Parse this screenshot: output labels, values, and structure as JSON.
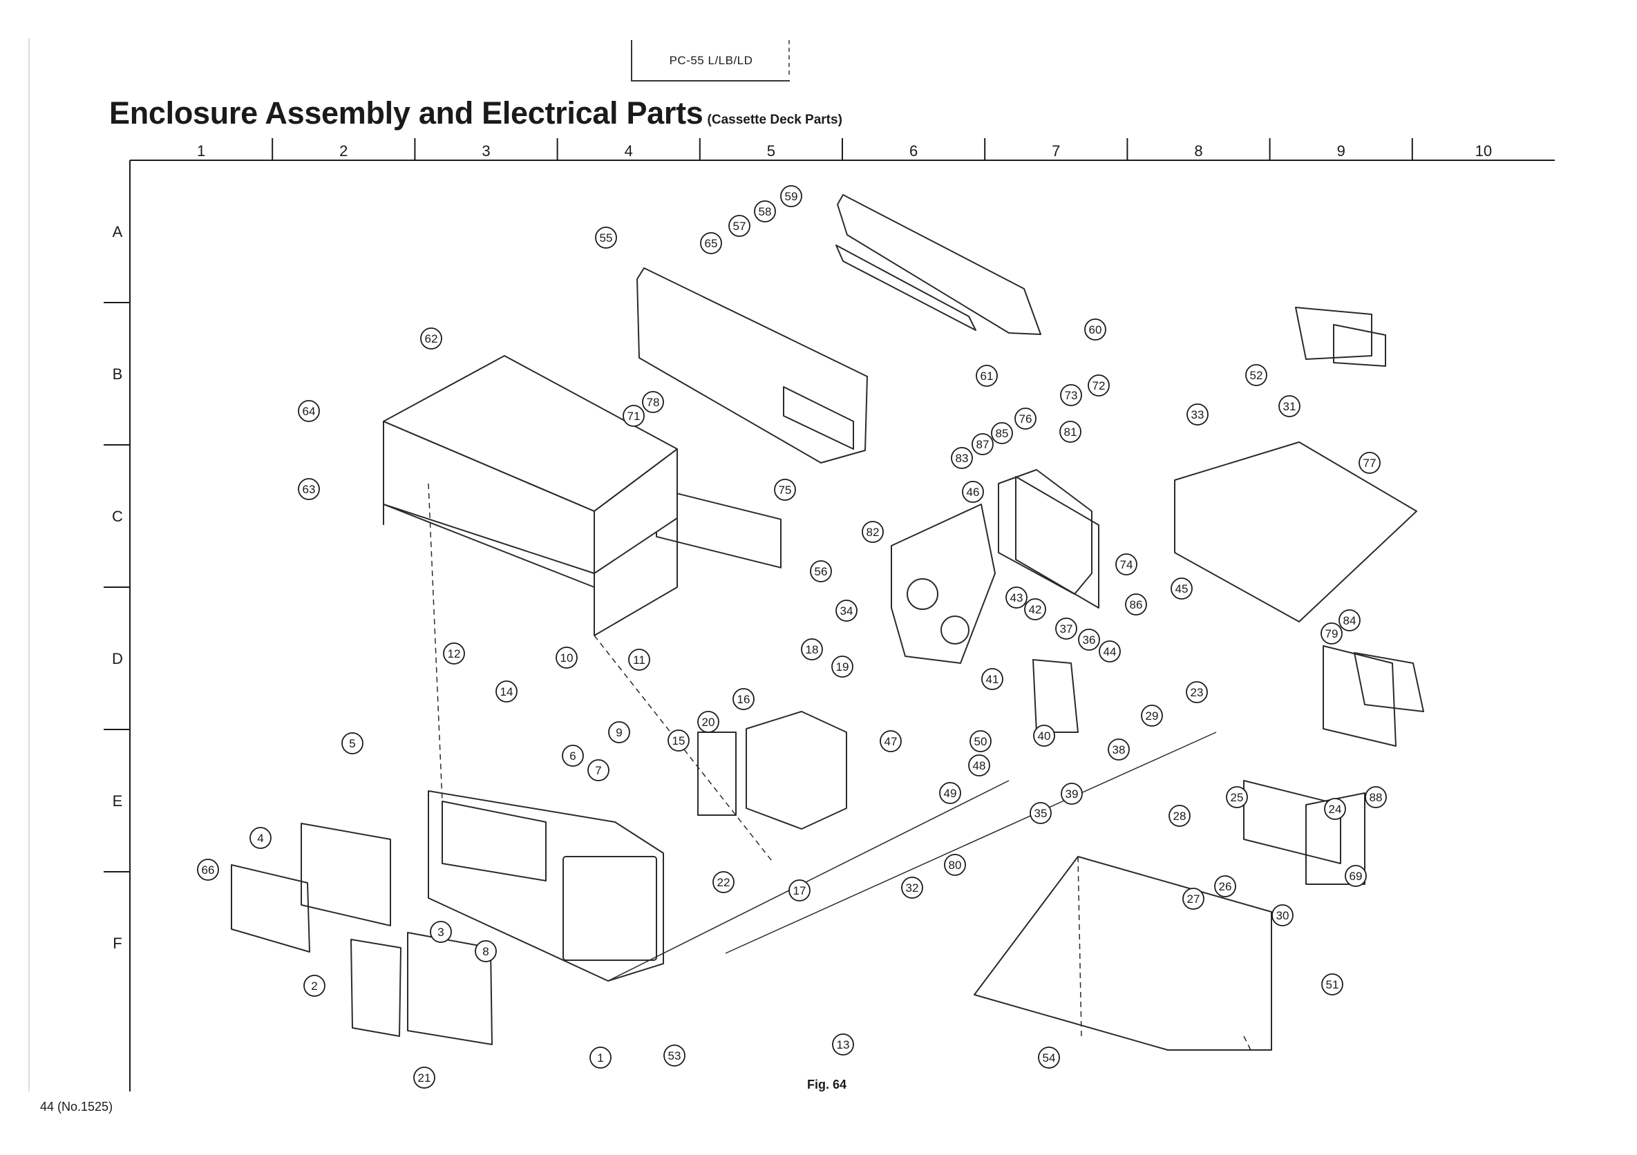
{
  "header": {
    "model": "PC-55 L/LB/LD",
    "title": "Enclosure Assembly and Electrical Parts",
    "subtitle": "(Cassette Deck Parts)"
  },
  "grid": {
    "columns": [
      "1",
      "2",
      "3",
      "4",
      "5",
      "6",
      "7",
      "8",
      "9",
      "10"
    ],
    "rows": [
      "A",
      "B",
      "C",
      "D",
      "E",
      "F"
    ]
  },
  "callouts": [
    "1",
    "2",
    "3",
    "4",
    "5",
    "6",
    "7",
    "8",
    "9",
    "10",
    "11",
    "12",
    "13",
    "14",
    "15",
    "16",
    "17",
    "18",
    "19",
    "20",
    "21",
    "22",
    "23",
    "24",
    "25",
    "26",
    "27",
    "28",
    "29",
    "30",
    "31",
    "32",
    "33",
    "34",
    "35",
    "36",
    "37",
    "38",
    "39",
    "40",
    "41",
    "42",
    "43",
    "44",
    "45",
    "46",
    "47",
    "48",
    "49",
    "50",
    "51",
    "52",
    "53",
    "54",
    "55",
    "56",
    "57",
    "58",
    "59",
    "60",
    "61",
    "62",
    "63",
    "64",
    "65",
    "66",
    "69",
    "71",
    "72",
    "73",
    "74",
    "75",
    "76",
    "77",
    "78",
    "79",
    "80",
    "81",
    "82",
    "83",
    "84",
    "85",
    "86",
    "87",
    "88"
  ],
  "figure": "Fig. 64",
  "page_number": "44  (No.1525)"
}
